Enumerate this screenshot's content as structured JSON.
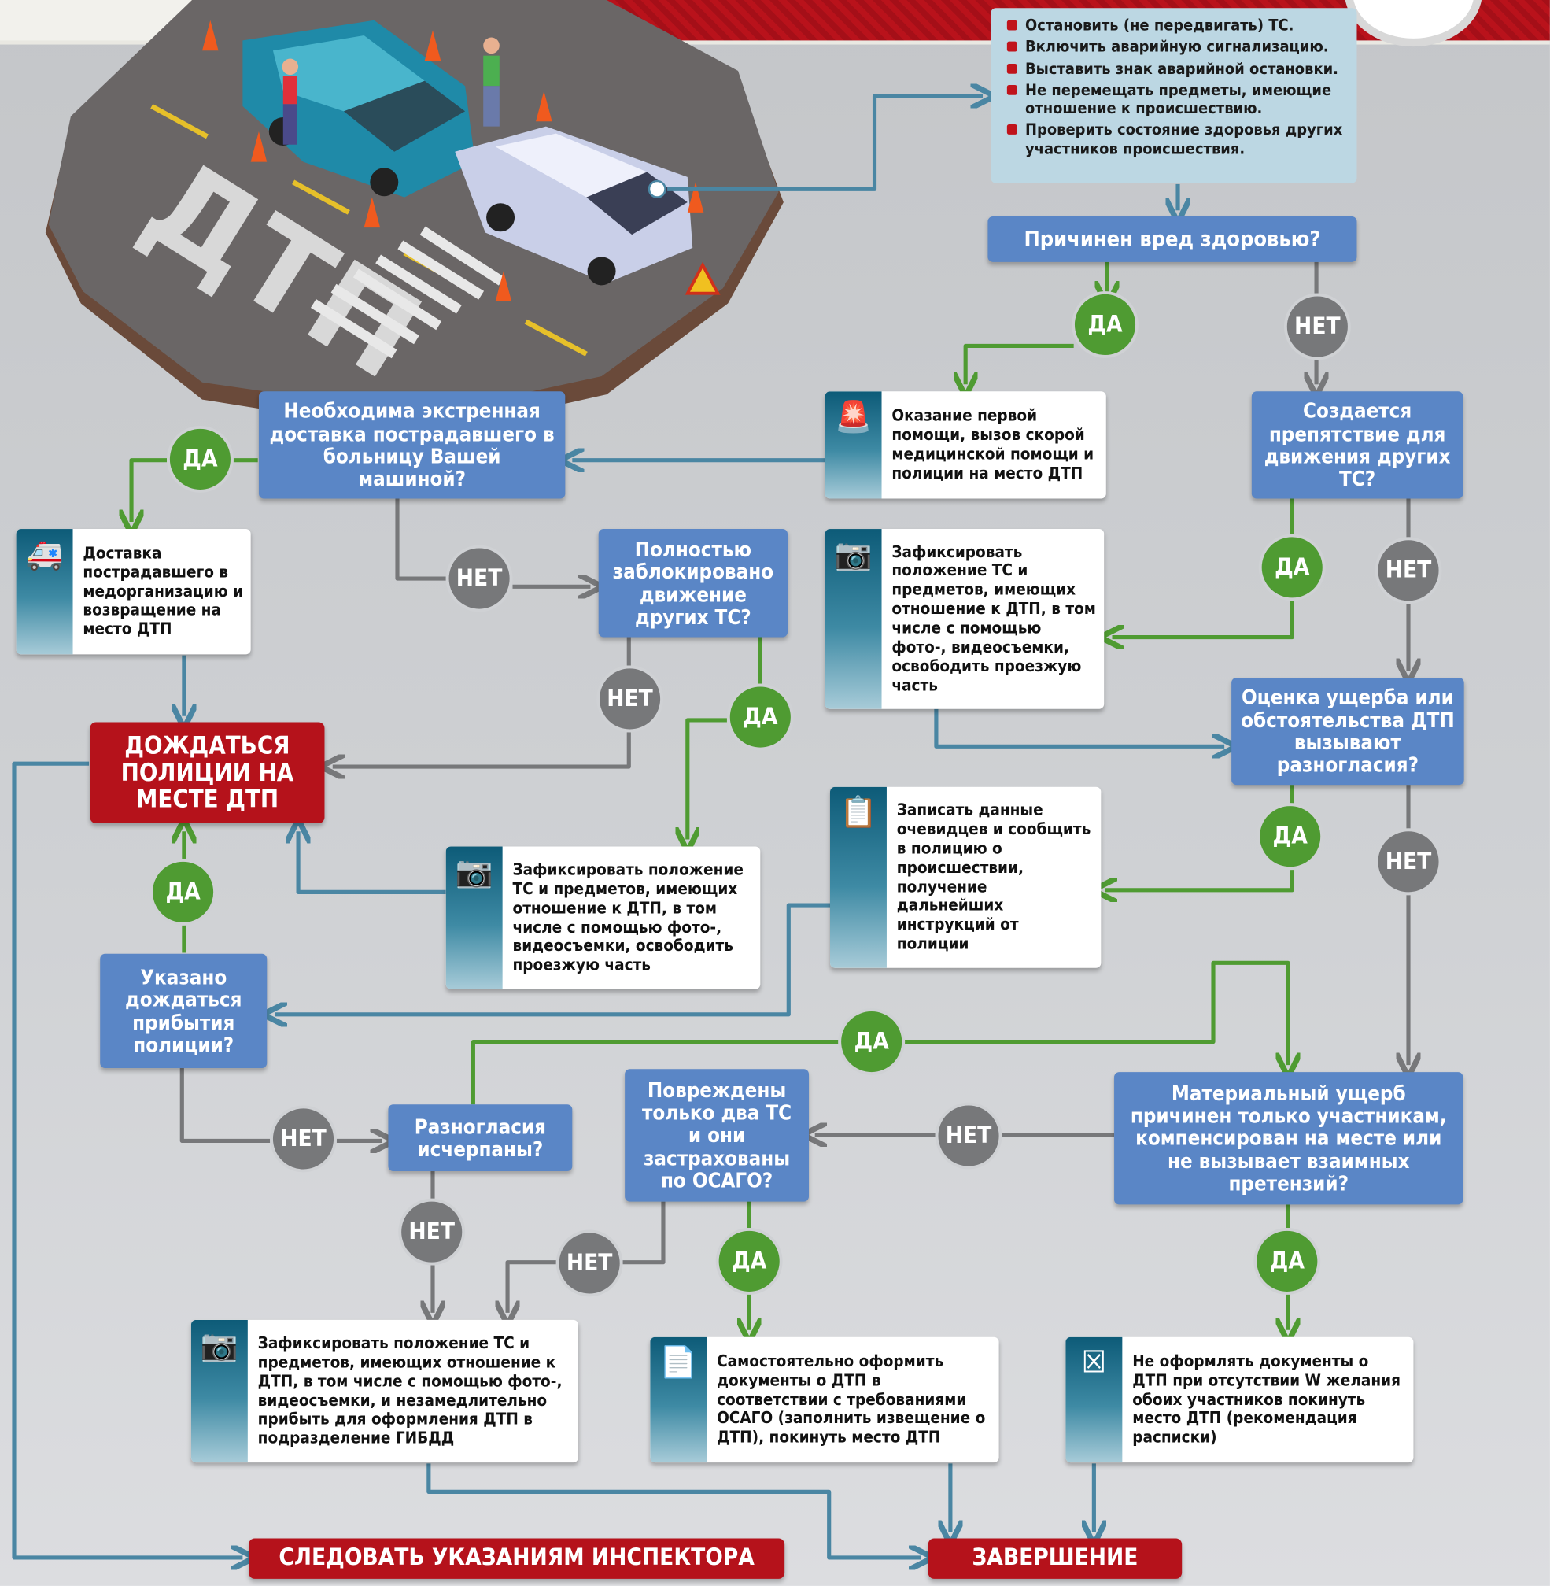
{
  "initial_steps": [
    "Остановить (не передвигать) ТС.",
    "Включить аварийную сигнализацию.",
    "Выставить знак аварийной остановки.",
    "Не перемещать предметы, имеющие отношение к происшествию.",
    "Проверить состояние здоровья других участников происшествия."
  ],
  "scene": {
    "road_marking": "ДТП"
  },
  "questions": {
    "health_harm": "Причинен вред здоровью?",
    "urgent_delivery": "Необходима экстренная доставка пострадавшего в больницу Вашей машиной?",
    "obstacle": "Создается препятствие для движения других ТС?",
    "fully_blocked": "Полностью заблокировано движение других ТС?",
    "disagreement": "Оценка ущерба или обстоятельства ДТП вызывают разногласия?",
    "told_to_wait": "Указано дождаться прибытия полиции?",
    "disputes_settled": "Разногласия исчерпаны?",
    "two_vehicles_osago": "Повреждены только два ТС и они застрахованы по ОСАГО?",
    "material_damage": "Материальный ущерб причинен только участникам, компенсирован на месте или не вызывает взаимных претензий?"
  },
  "actions": {
    "first_aid": "Оказание первой помощи, вызов скорой медицинской помощи и полиции на место ДТП",
    "delivery": "Доставка пострадавшего в медорганизацию и возвращение на место ДТП",
    "record_free_lane": "Зафиксировать положение ТС и предметов, имеющих отношение к ДТП, в том числе с помощью фото-, видеосъемки, освободить проезжую часть",
    "record_free_road": "Зафиксировать положение ТС и предметов, имеющих отношение к ДТП, в том числе с помощью фото-, видеосъемки, освободить проезжую часть",
    "witnesses": "Записать данные очевидцев и сообщить в полицию о происшествии, получение дальнейших инструкций от полиции",
    "record_gibdd": "Зафиксировать положение ТС и предметов, имеющих отношение к ДТП, в том числе с помощью фото-, видеосъемки, и незамедлительно прибыть для оформления ДТП в подразделение ГИБДД",
    "self_register": "Самостоятельно оформить документы о ДТП в соответствии с требованиями ОСАГО (заполнить извещение о ДТП), покинуть место ДТП",
    "no_documents": "Не оформлять документы о ДТП при отсутствии W желания обоих участников покинуть место ДТП (рекомендация расписки)"
  },
  "terminals": {
    "wait_police": "ДОЖДАТЬСЯ ПОЛИЦИИ НА МЕСТЕ ДТП",
    "follow_inspector": "СЛЕДОВАТЬ УКАЗАНИЯМ ИНСПЕКТОРА",
    "finish": "ЗАВЕРШЕНИЕ"
  },
  "labels": {
    "yes": "ДА",
    "no": "НЕТ"
  },
  "colors": {
    "question": "#5a86c6",
    "yes": "#4f9b32",
    "no": "#77787a",
    "terminal": "#b5121b",
    "flow": "#4a86a3"
  },
  "icons": {
    "first_aid": "siren-icon",
    "delivery": "ambulance-icon",
    "record": "camera-icon",
    "witnesses": "notepad-icon",
    "self_register": "document-icon",
    "no_documents": "crossed-document-icon"
  }
}
